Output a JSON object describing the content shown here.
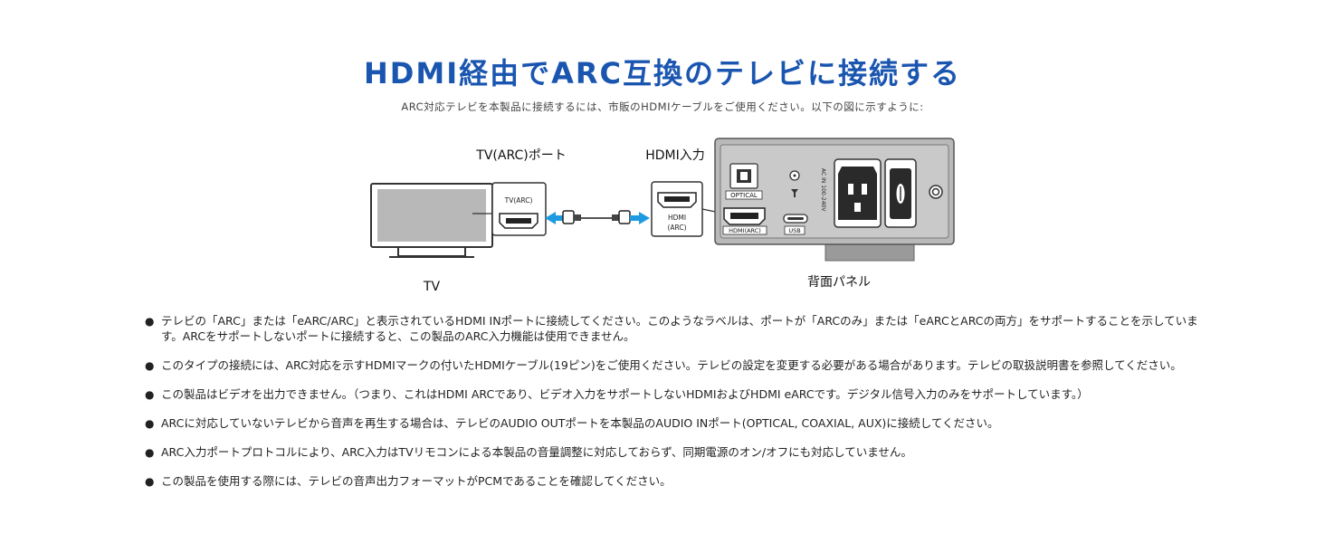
{
  "header": {
    "title": "HDMI経由でARC互換のテレビに接続する",
    "subtitle": "ARC対応テレビを本製品に接続するには、市販のHDMIケーブルをご使用ください。以下の図に示すように:"
  },
  "diagram": {
    "tv_port_label": "TV(ARC)ポート",
    "hdmi_input_label": "HDMI入力",
    "tv_label": "TV",
    "back_panel_label": "背面パネル",
    "tv_port_box_text": "TV(ARC)",
    "hdmi_box_line1": "HDMI",
    "hdmi_box_line2": "(ARC)",
    "panel_optical": "OPTICAL",
    "panel_hdmi": "HDMI(ARC)",
    "panel_usb": "USB",
    "panel_ac": "AC IN 100-240V",
    "colors": {
      "title": "#1a56b0",
      "arrow": "#1e9be0",
      "panel": "#b9b9b9"
    }
  },
  "bullets": [
    "テレビの「ARC」または「eARC/ARC」と表示されているHDMI INポートに接続してください。このようなラベルは、ポートが「ARCのみ」または「eARCとARCの両方」をサポートすることを示しています。ARCをサポートしないポートに接続すると、この製品のARC入力機能は使用できません。",
    "このタイプの接続には、ARC対応を示すHDMIマークの付いたHDMIケーブル(19ピン)をご使用ください。テレビの設定を変更する必要がある場合があります。テレビの取扱説明書を参照してください。",
    "この製品はビデオを出力できません。（つまり、これはHDMI ARCであり、ビデオ入力をサポートしないHDMIおよびHDMI eARCです。デジタル信号入力のみをサポートしています。）",
    "ARCに対応していないテレビから音声を再生する場合は、テレビのAUDIO OUTポートを本製品のAUDIO INポート(OPTICAL, COAXIAL, AUX)に接続してください。",
    "ARC入力ポートプロトコルにより、ARC入力はTVリモコンによる本製品の音量調整に対応しておらず、同期電源のオン/オフにも対応していません。",
    "この製品を使用する際には、テレビの音声出力フォーマットがPCMであることを確認してください。"
  ]
}
